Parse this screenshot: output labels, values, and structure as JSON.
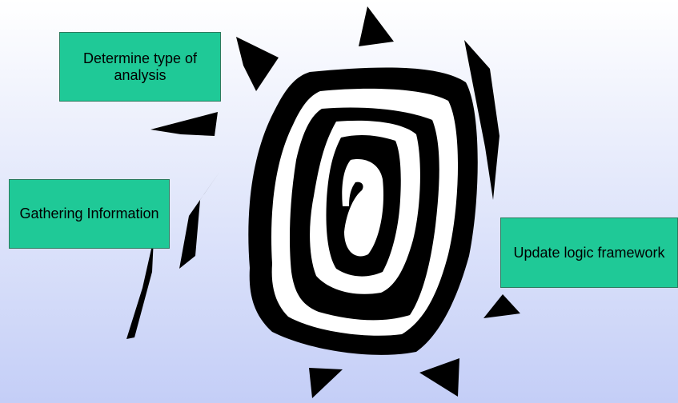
{
  "diagram": {
    "boxes": [
      {
        "label": "Determine type of analysis"
      },
      {
        "label": "Gathering Information"
      },
      {
        "label": "Update logic framework"
      }
    ],
    "colors": {
      "box_fill": "#1fc997",
      "box_border": "#2c7a5e",
      "artwork": "#000000",
      "background_top": "#ffffff",
      "background_bottom": "#c4cef7"
    },
    "artwork": "spiral-sun"
  }
}
